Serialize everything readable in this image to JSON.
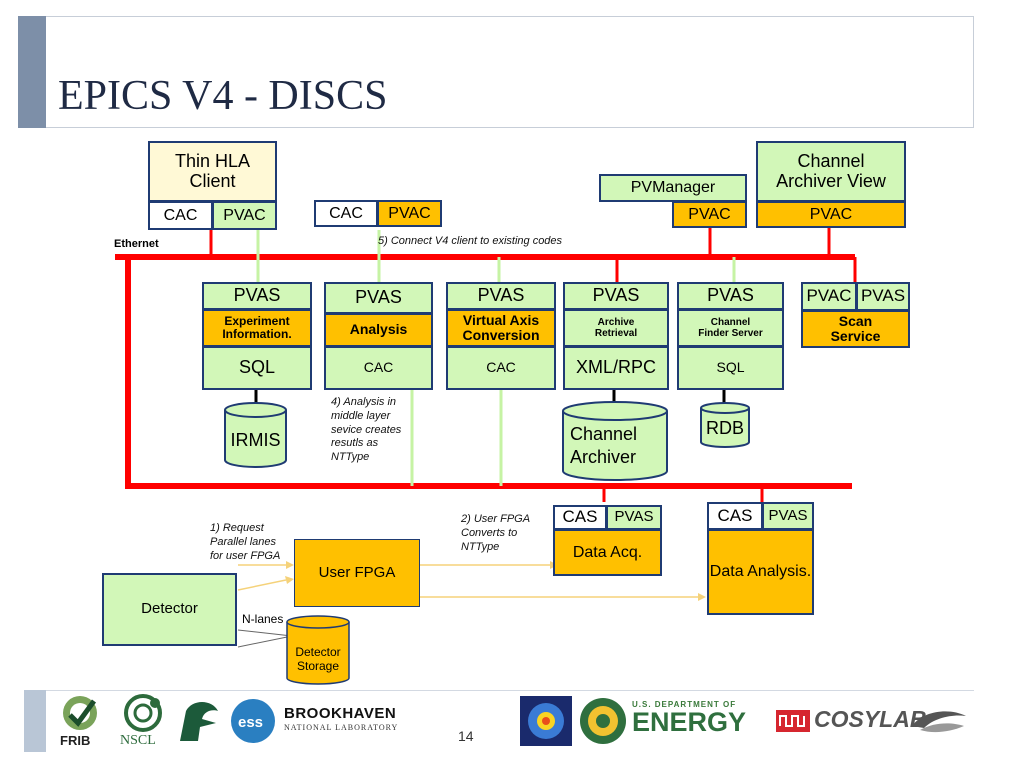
{
  "slide": {
    "title": "EPICS V4 - DISCS",
    "page_number": "14"
  },
  "network_label": "Ethernet",
  "top_clients": {
    "thin_hla": {
      "title": "Thin HLA\nClient",
      "cac": "CAC",
      "pvac": "PVAC"
    },
    "standalone": {
      "cac": "CAC",
      "pvac": "PVAC"
    },
    "pvmanager": {
      "title": "PVManager",
      "pvac": "PVAC"
    },
    "channel_archiver_view": {
      "title": "Channel\nArchiver View",
      "pvac": "PVAC"
    }
  },
  "services": [
    {
      "pvas": "PVAS",
      "name": "Experiment\nInformation.",
      "backend": "SQL"
    },
    {
      "pvas": "PVAS",
      "name": "Analysis",
      "backend": "CAC"
    },
    {
      "pvas": "PVAS",
      "name": "Virtual Axis\nConversion",
      "backend": "CAC"
    },
    {
      "pvas": "PVAS",
      "name": "Archive\nRetrieval",
      "backend": "XML/RPC"
    },
    {
      "pvas": "PVAS",
      "name": "Channel\nFinder Server",
      "backend": "SQL"
    }
  ],
  "scan_service": {
    "pvac": "PVAC",
    "pvas": "PVAS",
    "name": "Scan\nService"
  },
  "databases": {
    "irmis": "IRMIS",
    "channel_archiver": "Channel\nArchiver",
    "rdb": "RDB",
    "detector_storage": "Detector\nStorage"
  },
  "lower": {
    "data_acq": {
      "cas": "CAS",
      "pvas": "PVAS",
      "name": "Data Acq."
    },
    "data_analysis": {
      "cas": "CAS",
      "pvas": "PVAS",
      "name": "Data Analysis."
    },
    "user_fpga": "User FPGA",
    "detector": "Detector",
    "n_lanes": "N-lanes"
  },
  "notes": {
    "connect_v4": "5) Connect  V4 client to existing codes",
    "analysis_middle": "4) Analysis in\nmiddle layer\nsevice creates\nresutls as\nNTType",
    "request_lanes": "1) Request\nParallel lanes\nfor user FPGA",
    "fpga_converts": "2) User FPGA\nConverts to\nNTType"
  },
  "footer_logos": {
    "frib": "FRIB",
    "nscl": "NSCL",
    "brookhaven": "BROOKHAVEN",
    "brookhaven_sub": "NATIONAL LABORATORY",
    "doe_top": "U.S. DEPARTMENT OF",
    "energy": "ENERGY",
    "cosylab": "COSYLAB"
  },
  "colors": {
    "network": "#ff0000",
    "service_green": "#d2f7b8",
    "service_orange": "#ffc000",
    "client_yellow": "#fff9d6",
    "box_border": "#1f3b73"
  }
}
